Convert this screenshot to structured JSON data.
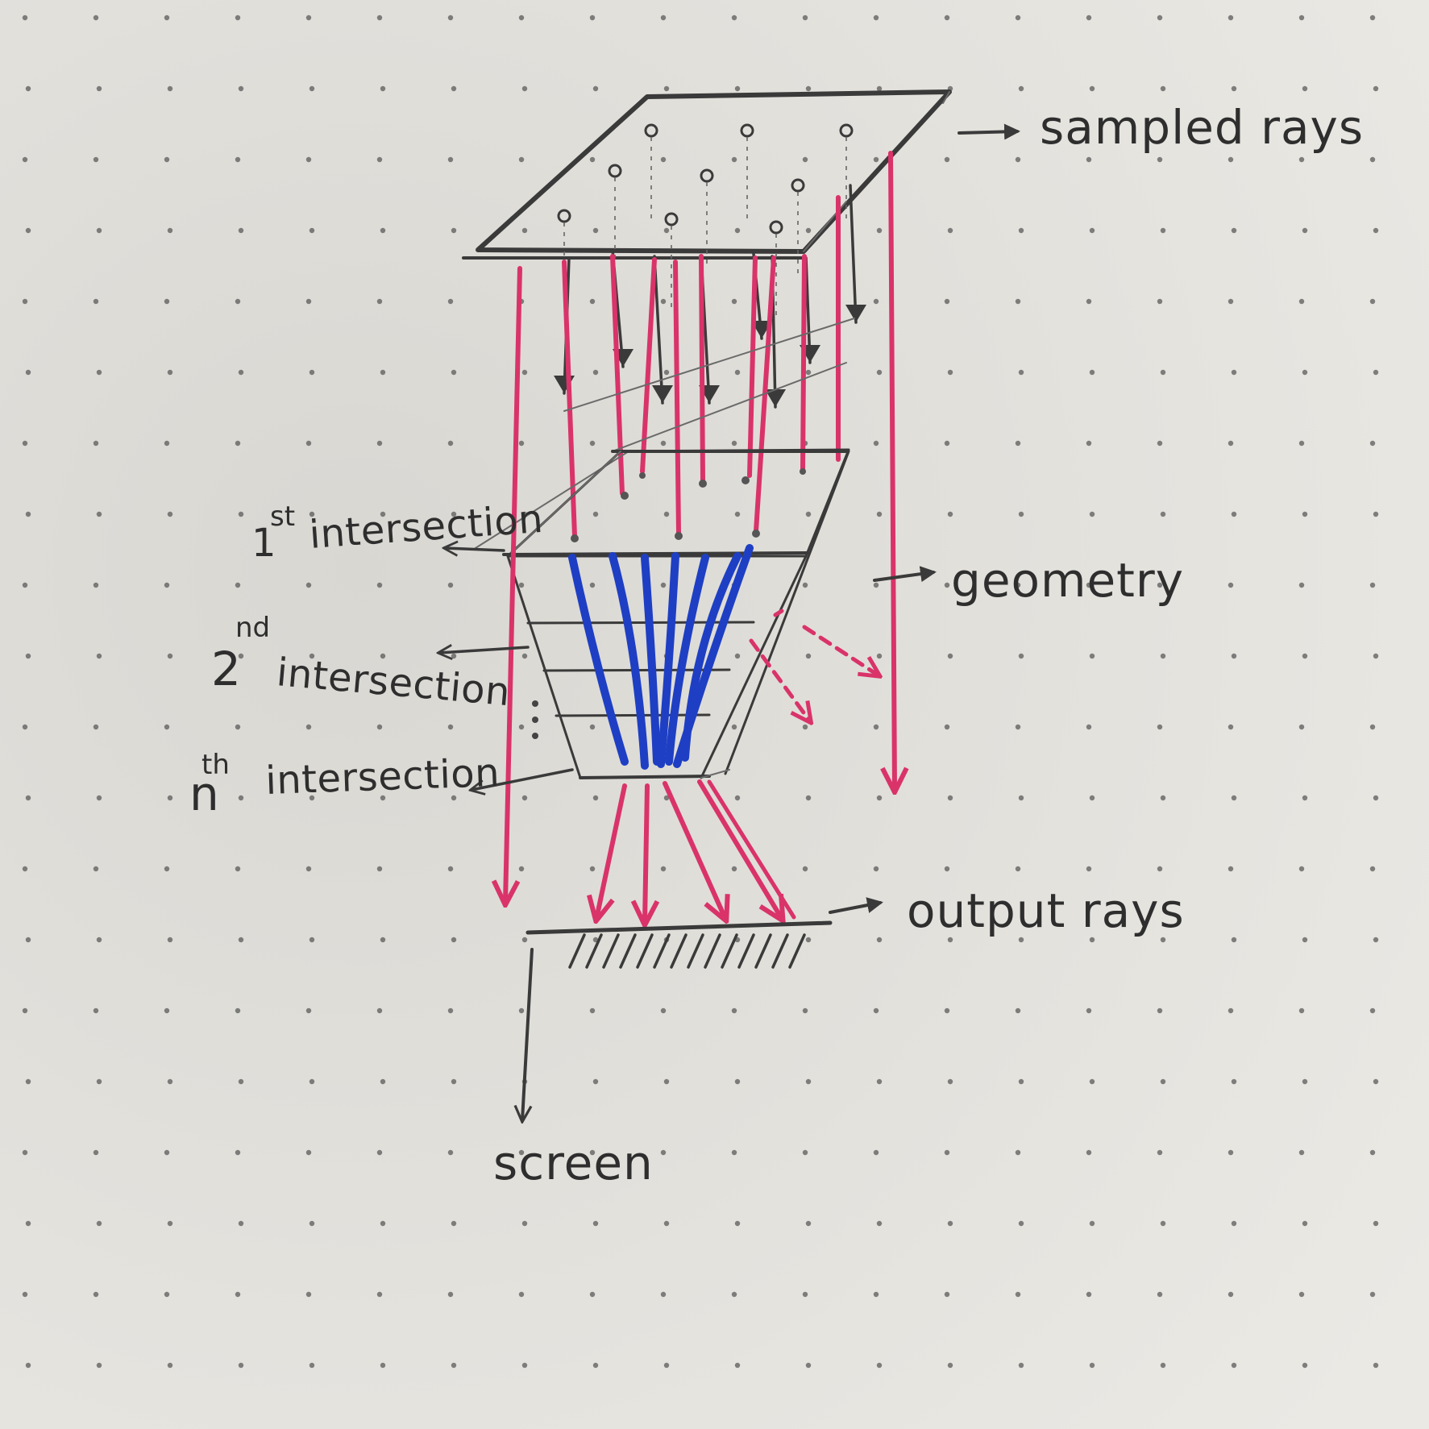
{
  "labels": {
    "sampled_rays": "sampled rays",
    "geometry": "geometry",
    "first_intersection_num": "1",
    "first_intersection_sup": "st",
    "first_intersection_word": "intersection",
    "second_intersection_num": "2",
    "second_intersection_sup": "nd",
    "second_intersection_word": "intersection",
    "nth_intersection_num": "n",
    "nth_intersection_sup": "th",
    "nth_intersection_word": "intersection",
    "output_rays": "output rays",
    "screen": "screen"
  },
  "colors": {
    "paper": "#e6e4df",
    "dot": "#5a5a5a",
    "pencil": "#3a3a3a",
    "ray_pink": "#d9336a",
    "blue": "#1e3fc4"
  }
}
